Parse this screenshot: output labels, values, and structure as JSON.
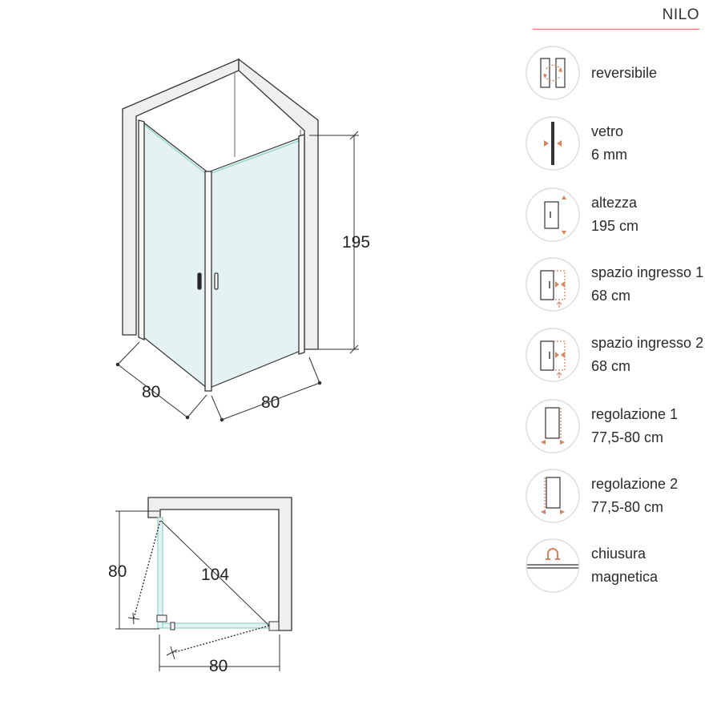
{
  "header": {
    "title": "NILO"
  },
  "dimensions": {
    "iso_height": "195",
    "iso_width_left": "80",
    "iso_width_right": "80",
    "plan_depth": "80",
    "plan_diagonal": "104",
    "plan_width": "80"
  },
  "features": [
    {
      "icon": "reversible-icon",
      "line1": "reversibile",
      "line2": ""
    },
    {
      "icon": "glass-thickness-icon",
      "line1": "vetro",
      "line2": "6 mm"
    },
    {
      "icon": "height-icon",
      "line1": "altezza",
      "line2": "195 cm"
    },
    {
      "icon": "entrance-space-1-icon",
      "line1": "spazio ingresso 1",
      "line2": "68 cm"
    },
    {
      "icon": "entrance-space-2-icon",
      "line1": "spazio ingresso 2",
      "line2": "68 cm"
    },
    {
      "icon": "adjustment-1-icon",
      "line1": "regolazione 1",
      "line2": "77,5-80 cm"
    },
    {
      "icon": "adjustment-2-icon",
      "line1": "regolazione 2",
      "line2": "77,5-80 cm"
    },
    {
      "icon": "magnetic-closure-icon",
      "line1": "chiusura",
      "line2": "magnetica"
    }
  ],
  "colors": {
    "accent": "#d9825e",
    "glass": "#e3f1f3",
    "glass_edge": "#8fd3c0",
    "wall_fill": "#efefef",
    "outline": "#333333"
  }
}
